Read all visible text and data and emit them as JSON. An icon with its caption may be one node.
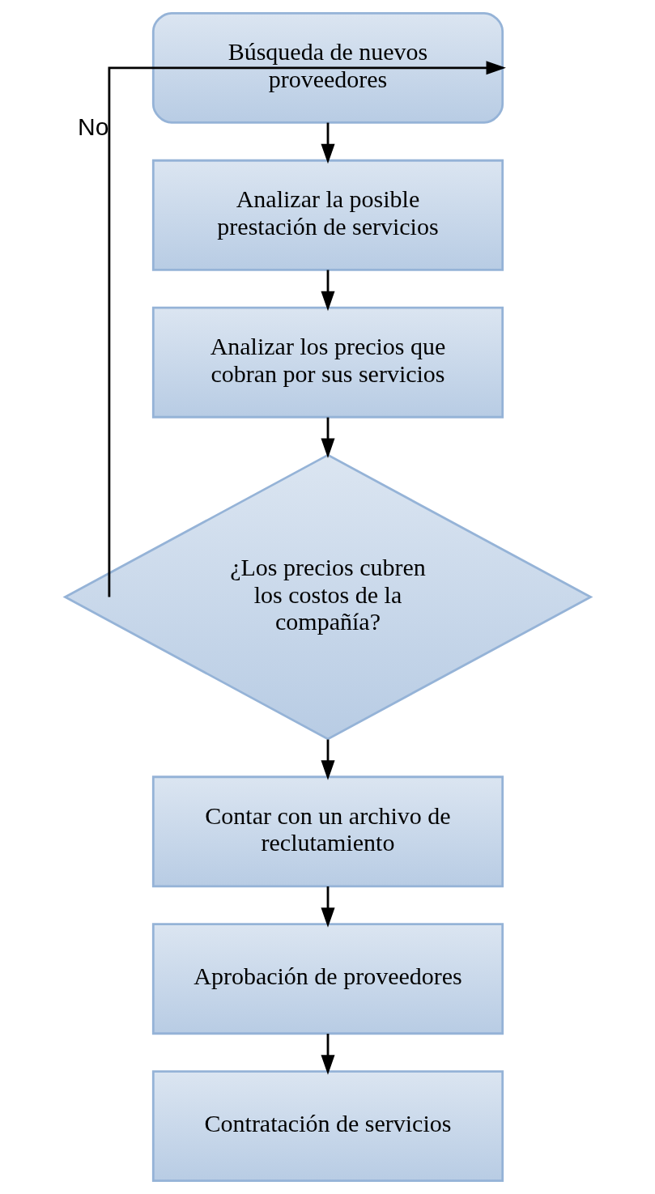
{
  "diagram": {
    "nodes": [
      {
        "text": [
          "Búsqueda de nuevos proveedores"
        ]
      },
      {
        "text": [
          "Analizar la posible prestación de servicios"
        ]
      },
      {
        "text": [
          "Analizar los precios que cobran por sus servicios"
        ]
      },
      {
        "text": [
          "¿Los precios cubren los costos de la compañía?"
        ]
      },
      {
        "text": [
          "Contar con un archivo de reclutamiento"
        ]
      },
      {
        "text": [
          "Aprobación de proveedores"
        ]
      },
      {
        "text": [
          "Contratación de servicios"
        ]
      }
    ],
    "edges": [
      {
        "from": 0,
        "to": 1,
        "arrow": "to"
      },
      {
        "from": 1,
        "to": 2,
        "arrow": "to"
      },
      {
        "from": 2,
        "to": 3,
        "arrow": "to"
      },
      {
        "from": 3,
        "to": 4,
        "arrow": "to"
      },
      {
        "from": 4,
        "to": 5,
        "arrow": "to"
      },
      {
        "from": 5,
        "to": 6,
        "arrow": "to"
      },
      {
        "from": 3,
        "to": 0,
        "arrow": "to",
        "label": "No"
      }
    ]
  }
}
